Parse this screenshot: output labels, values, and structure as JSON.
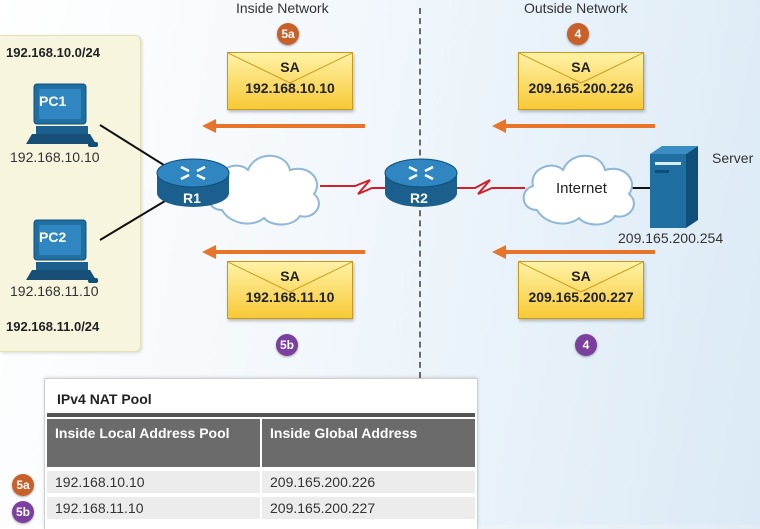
{
  "zones": {
    "inside": "Inside Network",
    "outside": "Outside Network"
  },
  "lan": {
    "subnet1": "192.168.10.0/24",
    "subnet2": "192.168.11.0/24",
    "pc1": {
      "name": "PC1",
      "ip": "192.168.10.10"
    },
    "pc2": {
      "name": "PC2",
      "ip": "192.168.11.10"
    }
  },
  "routers": {
    "r1": "R1",
    "r2": "R2"
  },
  "internet_label": "Internet",
  "server": {
    "label": "Server",
    "ip": "209.165.200.254"
  },
  "packets": [
    {
      "badge": "5a",
      "sa_label": "SA",
      "ip": "192.168.10.10"
    },
    {
      "badge": "4",
      "sa_label": "SA",
      "ip": "209.165.200.226"
    },
    {
      "badge": "5b",
      "sa_label": "SA",
      "ip": "192.168.11.10"
    },
    {
      "badge": "4",
      "sa_label": "SA",
      "ip": "209.165.200.227"
    }
  ],
  "nat_pool": {
    "title": "IPv4 NAT Pool",
    "col1": "Inside Local Address Pool",
    "col2": "Inside Global Address",
    "rows": [
      {
        "badge": "5a",
        "local": "192.168.10.10",
        "global": "209.165.200.226"
      },
      {
        "badge": "5b",
        "local": "192.168.11.10",
        "global": "209.165.200.227"
      }
    ]
  },
  "colors": {
    "orange": "#c8602a",
    "purple": "#7b3f9e",
    "router": "#1f6fa3",
    "serial": "#d0202a",
    "envelope": "#f7c936"
  }
}
